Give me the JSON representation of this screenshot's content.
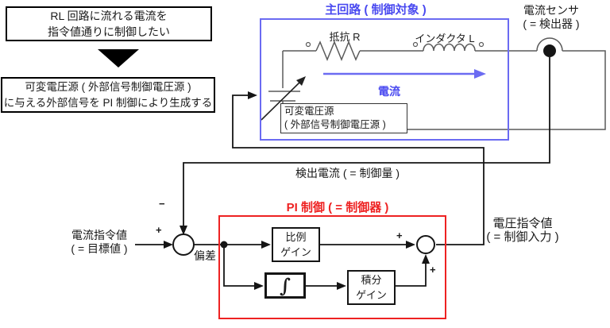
{
  "colors": {
    "primary_blue": "#6b6bf2",
    "title_blue": "#4a4af0",
    "accent_red": "#ee2222",
    "wire_gray": "#5a5a5a",
    "line_black": "#151515"
  },
  "flow": {
    "box1": {
      "line1": "RL 回路に流れる電流を",
      "line2": "指令値通りに制御したい"
    },
    "box2": {
      "line1": "可変電圧源 ( 外部信号制御電圧源 )",
      "line2": "に与える外部信号を PI 制御により生成する"
    }
  },
  "circuit": {
    "title": "主回路 ( 制御対象 )",
    "resistor_label": "抵抗 R",
    "inductor_label": "インダクタ L",
    "current_label": "電流",
    "source_label": {
      "line1": "可変電圧源",
      "line2": "( 外部信号制御電圧源 )"
    },
    "sensor_label": {
      "line1": "電流センサ",
      "line2": "( = 検出器 )"
    }
  },
  "control": {
    "feedback_label": "検出電流 ( = 制御量 )",
    "pi_title": "PI 制御 ( = 制御器 )",
    "setpoint": {
      "line1": "電流指令値",
      "line2": "( = 目標値 )"
    },
    "error_label": "偏差",
    "p_block": {
      "line1": "比例",
      "line2": "ゲイン"
    },
    "integrator_symbol": "∫",
    "i_block": {
      "line1": "積分",
      "line2": "ゲイン"
    },
    "output": {
      "line1": "電圧指令値",
      "line2": "( = 制御入力 )"
    },
    "signs": {
      "setpoint_plus": "+",
      "feedback_minus": "−",
      "p_plus": "+",
      "i_plus": "+"
    }
  }
}
